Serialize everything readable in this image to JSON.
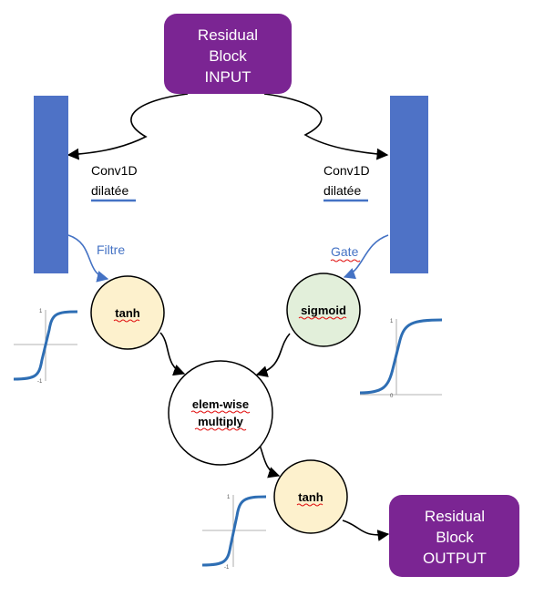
{
  "input_block": {
    "line1": "Residual",
    "line2": "Block",
    "line3": "INPUT"
  },
  "output_block": {
    "line1": "Residual",
    "line2": "Block",
    "line3": "OUTPUT"
  },
  "conv_left": {
    "line1": "Conv1D",
    "line2": "dilatée"
  },
  "conv_right": {
    "line1": "Conv1D",
    "line2": "dilatée"
  },
  "filter_label": "Filtre",
  "gate_label": "Gate",
  "nodes": {
    "tanh_left": "tanh",
    "sigmoid": "sigmoid",
    "multiply_line1": "elem-wise",
    "multiply_line2": "multiply",
    "tanh_bottom": "tanh"
  },
  "plots": {
    "tanh_left": {
      "top": "1",
      "bottom": "-1"
    },
    "sigmoid": {
      "top": "1",
      "bottom": "0"
    },
    "tanh_bottom": {
      "top": "1",
      "bottom": "-1"
    }
  },
  "colors": {
    "purple": "#7b2593",
    "conv_blue": "#4e72c6",
    "yellow_node": "#fdf1cd",
    "green_node": "#e2efda",
    "curve_blue": "#2e6eb4",
    "squiggle_red": "#e11010"
  }
}
